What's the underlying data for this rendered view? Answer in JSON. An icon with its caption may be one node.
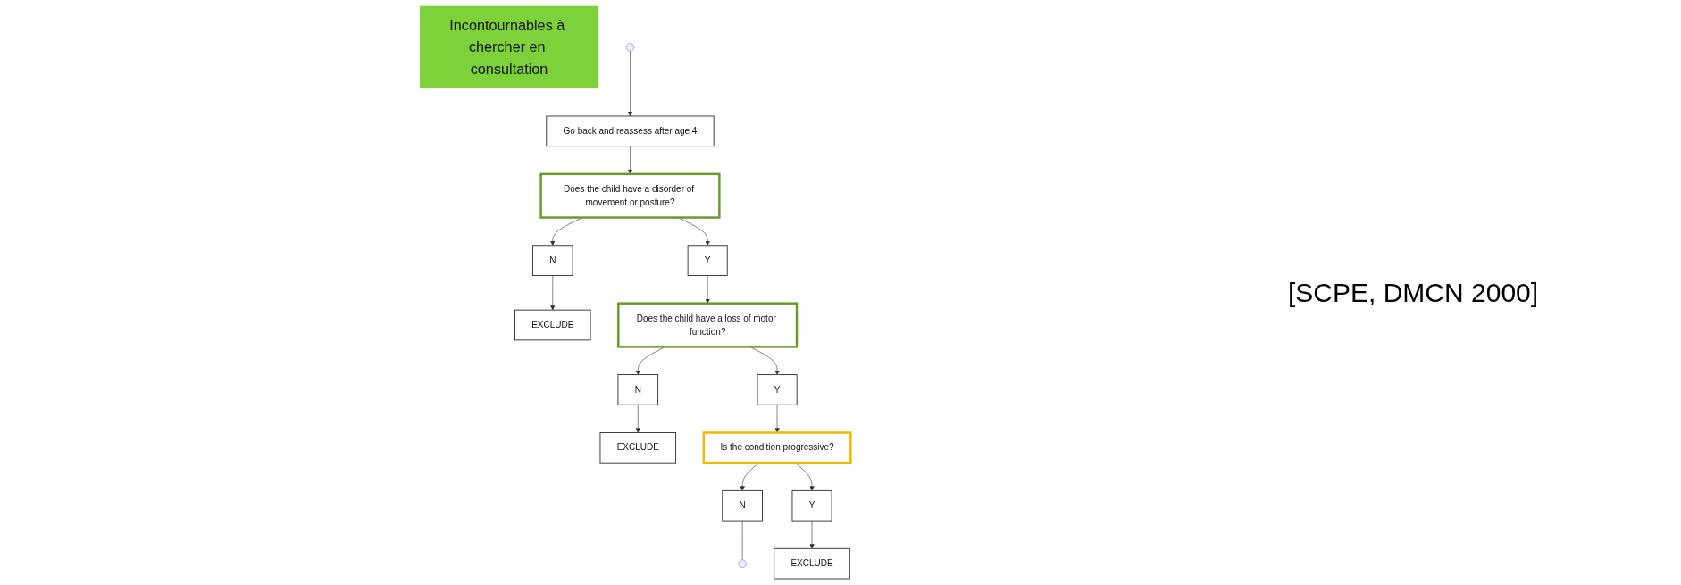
{
  "diagram": {
    "nodes": [
      {
        "text": [
          "Does the child have a disorder of movement or posture?"
        ]
      },
      {
        "text": [
          "Y"
        ]
      },
      {
        "text": [
          "N"
        ]
      },
      {
        "text": [
          "EXCLUDE"
        ]
      },
      {
        "text": [
          "Does the child have a loss of motor function?"
        ]
      },
      {
        "text": [
          "Y"
        ]
      },
      {
        "text": [
          "N"
        ]
      },
      {
        "text": [
          "EXCLUDE"
        ]
      },
      {
        "text": [
          "Is the condition progressive?"
        ]
      },
      {
        "text": [
          "N"
        ]
      },
      {
        "text": [
          "Y"
        ]
      },
      {
        "text": [
          "EXCLUDE"
        ]
      },
      {
        "text": [
          "Go back and reassess after age 4"
        ]
      },
      {
        "text": [
          "Incontournables à chercher en consultation"
        ]
      }
    ],
    "edges": [
      {
        "from": 0,
        "to": 1,
        "arrow": "to"
      },
      {
        "from": 0,
        "to": 2,
        "arrow": "to"
      },
      {
        "from": 2,
        "to": 3,
        "arrow": "to"
      },
      {
        "from": 1,
        "to": 4,
        "arrow": "to"
      },
      {
        "from": 4,
        "to": 5,
        "arrow": "to"
      },
      {
        "from": 4,
        "to": 6,
        "arrow": "to"
      },
      {
        "from": 6,
        "to": 7,
        "arrow": "to"
      },
      {
        "from": 5,
        "to": 8,
        "arrow": "to"
      },
      {
        "from": 8,
        "to": 9,
        "arrow": "to"
      },
      {
        "from": 8,
        "to": 10,
        "arrow": "to"
      },
      {
        "from": 10,
        "to": 11,
        "arrow": "to"
      },
      {
        "from": 9,
        "to": null,
        "arrow": "none"
      },
      {
        "from": null,
        "to": 12,
        "arrow": "to"
      },
      {
        "from": 12,
        "to": 0,
        "arrow": "to"
      }
    ],
    "labels": [
      "[SCPE, DMCN 2000]"
    ]
  }
}
